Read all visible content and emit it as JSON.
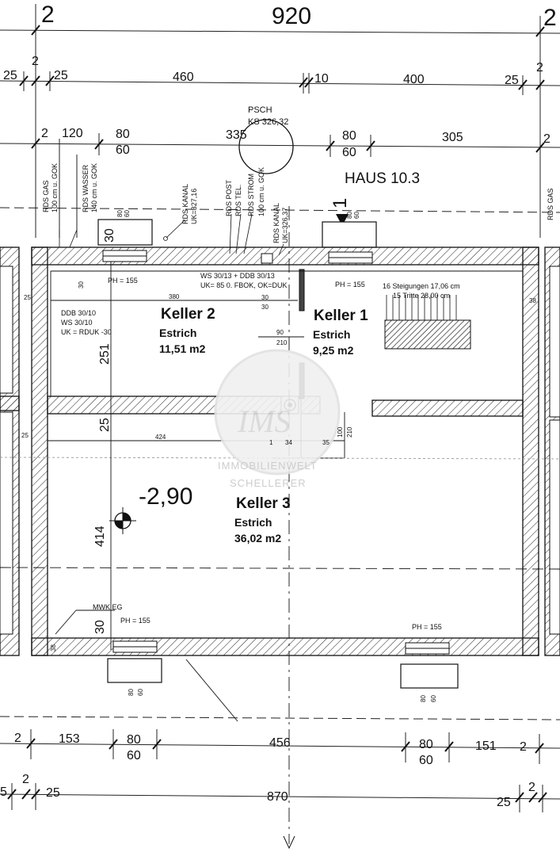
{
  "title": "HAUS 10.3",
  "level_marker": "-2,90",
  "section_mark": "1",
  "watermark": {
    "logo": "IMS",
    "line1": "IMMOBILIENWELT",
    "line2": "SCHELLERER"
  },
  "rooms": [
    {
      "name": "Keller 2",
      "floor": "Estrich",
      "area": "11,51 m2"
    },
    {
      "name": "Keller 1",
      "floor": "Estrich",
      "area": "9,25 m2"
    },
    {
      "name": "Keller 3",
      "floor": "Estrich",
      "area": "36,02 m2"
    }
  ],
  "dims_top": {
    "total": "920",
    "edge_left": "2",
    "edge_right": "2",
    "row2": [
      "25",
      "2",
      "25",
      "460",
      "10",
      "400",
      "25",
      "2"
    ],
    "row3": [
      "2",
      "120",
      "80",
      "60",
      "335",
      "80",
      "60",
      "305",
      "2"
    ]
  },
  "dims_bottom": {
    "row1": [
      "2",
      "153",
      "80",
      "60",
      "456",
      "80",
      "60",
      "151",
      "2"
    ],
    "row2": [
      "5",
      "2",
      "25",
      "870",
      "25",
      "2"
    ]
  },
  "dims_vertical": [
    "30",
    "251",
    "25",
    "414",
    "30"
  ],
  "dims_small": [
    "30",
    "380",
    "30",
    "30",
    "90",
    "210",
    "424",
    "1",
    "34",
    "35",
    "100",
    "210",
    "25",
    "25",
    "38",
    "38",
    "80",
    "60",
    "80",
    "60",
    "80",
    "60",
    "80",
    "60"
  ],
  "pshc": {
    "label": "PSCH",
    "level": "KS 326,32"
  },
  "services": [
    "RDS GAS",
    "100 cm u. GOK",
    "RDS WASSER",
    "140 cm u. GOK",
    "RDS KANAL",
    "UK=327,16",
    "RDS POST",
    "RDS TEL.",
    "RDS STROM",
    "100 cm u. GOK",
    "RDS KANAL",
    "UK=326,37",
    "RDS GAS"
  ],
  "notes": {
    "ph_left": "PH = 155",
    "ph_right": "PH = 155",
    "ph_bottom_left": "PH = 155",
    "ph_bottom_right": "PH = 155",
    "ws_line1": "WS 30/13 + DDB 30/13",
    "ws_line2": "UK= 85 0. FBOK, OK=DUK",
    "ddb_1": "DDB 30/10",
    "ddb_2": "WS 30/10",
    "ddb_3": "UK = RDUK -30",
    "stairs_1": "16 Steigungen 17,06 cm",
    "stairs_2": "15 Tritte 28,00 cm",
    "mwk": "MWK EG"
  }
}
